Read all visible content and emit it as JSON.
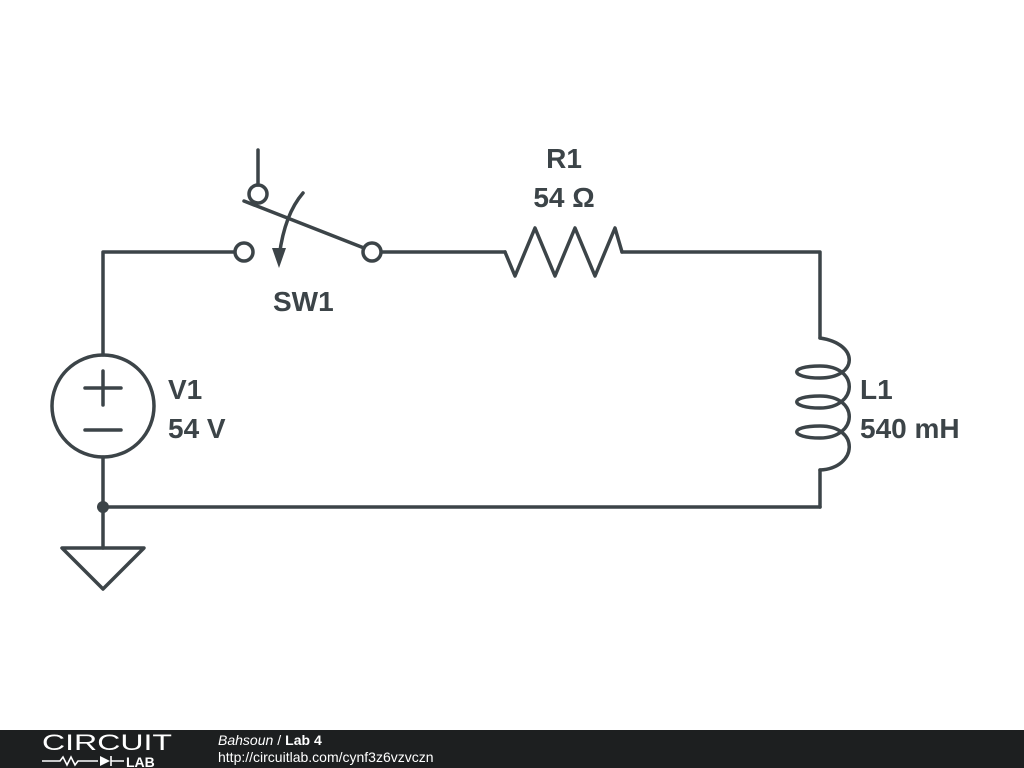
{
  "components": {
    "switch": {
      "name": "SW1"
    },
    "resistor": {
      "name": "R1",
      "value": "54 Ω"
    },
    "source": {
      "name": "V1",
      "value": "54 V",
      "plus": "+",
      "minus": "−"
    },
    "inductor": {
      "name": "L1",
      "value": "540 mH"
    }
  },
  "footer": {
    "brand_top": "CIRCUIT",
    "brand_bottom": "LAB",
    "author": "Bahsoun",
    "separator": "/",
    "title": "Lab 4",
    "url": "http://circuitlab.com/cynf3z6vzvczn"
  },
  "colors": {
    "wire": "#3c4448",
    "footer_bg": "#1d1f20",
    "footer_text": "#ffffff"
  }
}
